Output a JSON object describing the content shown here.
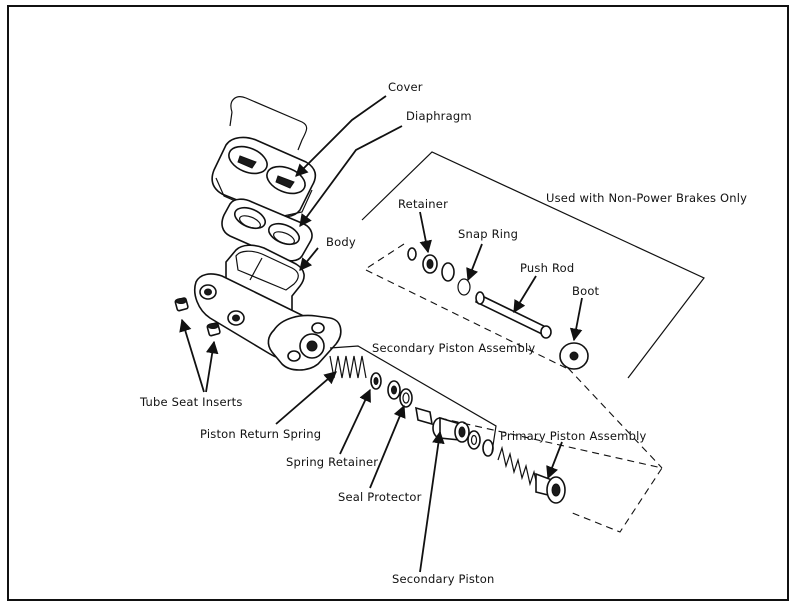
{
  "labels": {
    "cover": "Cover",
    "diaphragm": "Diaphragm",
    "body": "Body",
    "retainer": "Retainer",
    "snap_ring": "Snap Ring",
    "push_rod": "Push Rod",
    "boot": "Boot",
    "non_power": "Used with Non-Power Brakes Only",
    "secondary_piston_assembly": "Secondary Piston Assembly",
    "tube_seat_inserts": "Tube Seat Inserts",
    "piston_return_spring": "Piston Return Spring",
    "spring_retainer": "Spring Retainer",
    "seal_protector": "Seal Protector",
    "secondary_piston": "Secondary Piston",
    "primary_piston_assembly": "Primary Piston Assembly"
  }
}
